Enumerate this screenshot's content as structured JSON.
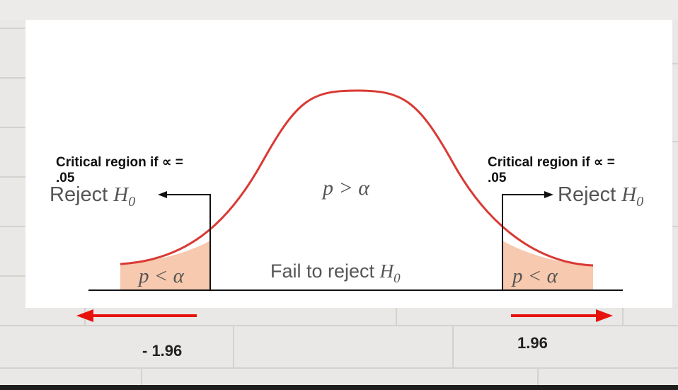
{
  "left_region": {
    "critical_line1": "Critical region if ∝ =",
    "critical_line2": ".05",
    "reject_text": "Reject ",
    "shade_label": "p < α",
    "value": "- 1.96"
  },
  "right_region": {
    "critical_line1": "Critical region if ∝ =",
    "critical_line2": ".05",
    "reject_text": "Reject ",
    "shade_label": "p < α",
    "value": "1.96"
  },
  "center": {
    "label": "p > α",
    "fail_text": "Fail to reject "
  },
  "hypothesis": {
    "letter": "H",
    "subscript": "0"
  },
  "colors": {
    "curve": "#d93a34",
    "tail_fill": "#f7c9ae",
    "arrow_red": "#e8120c",
    "text_gray": "#555555"
  }
}
